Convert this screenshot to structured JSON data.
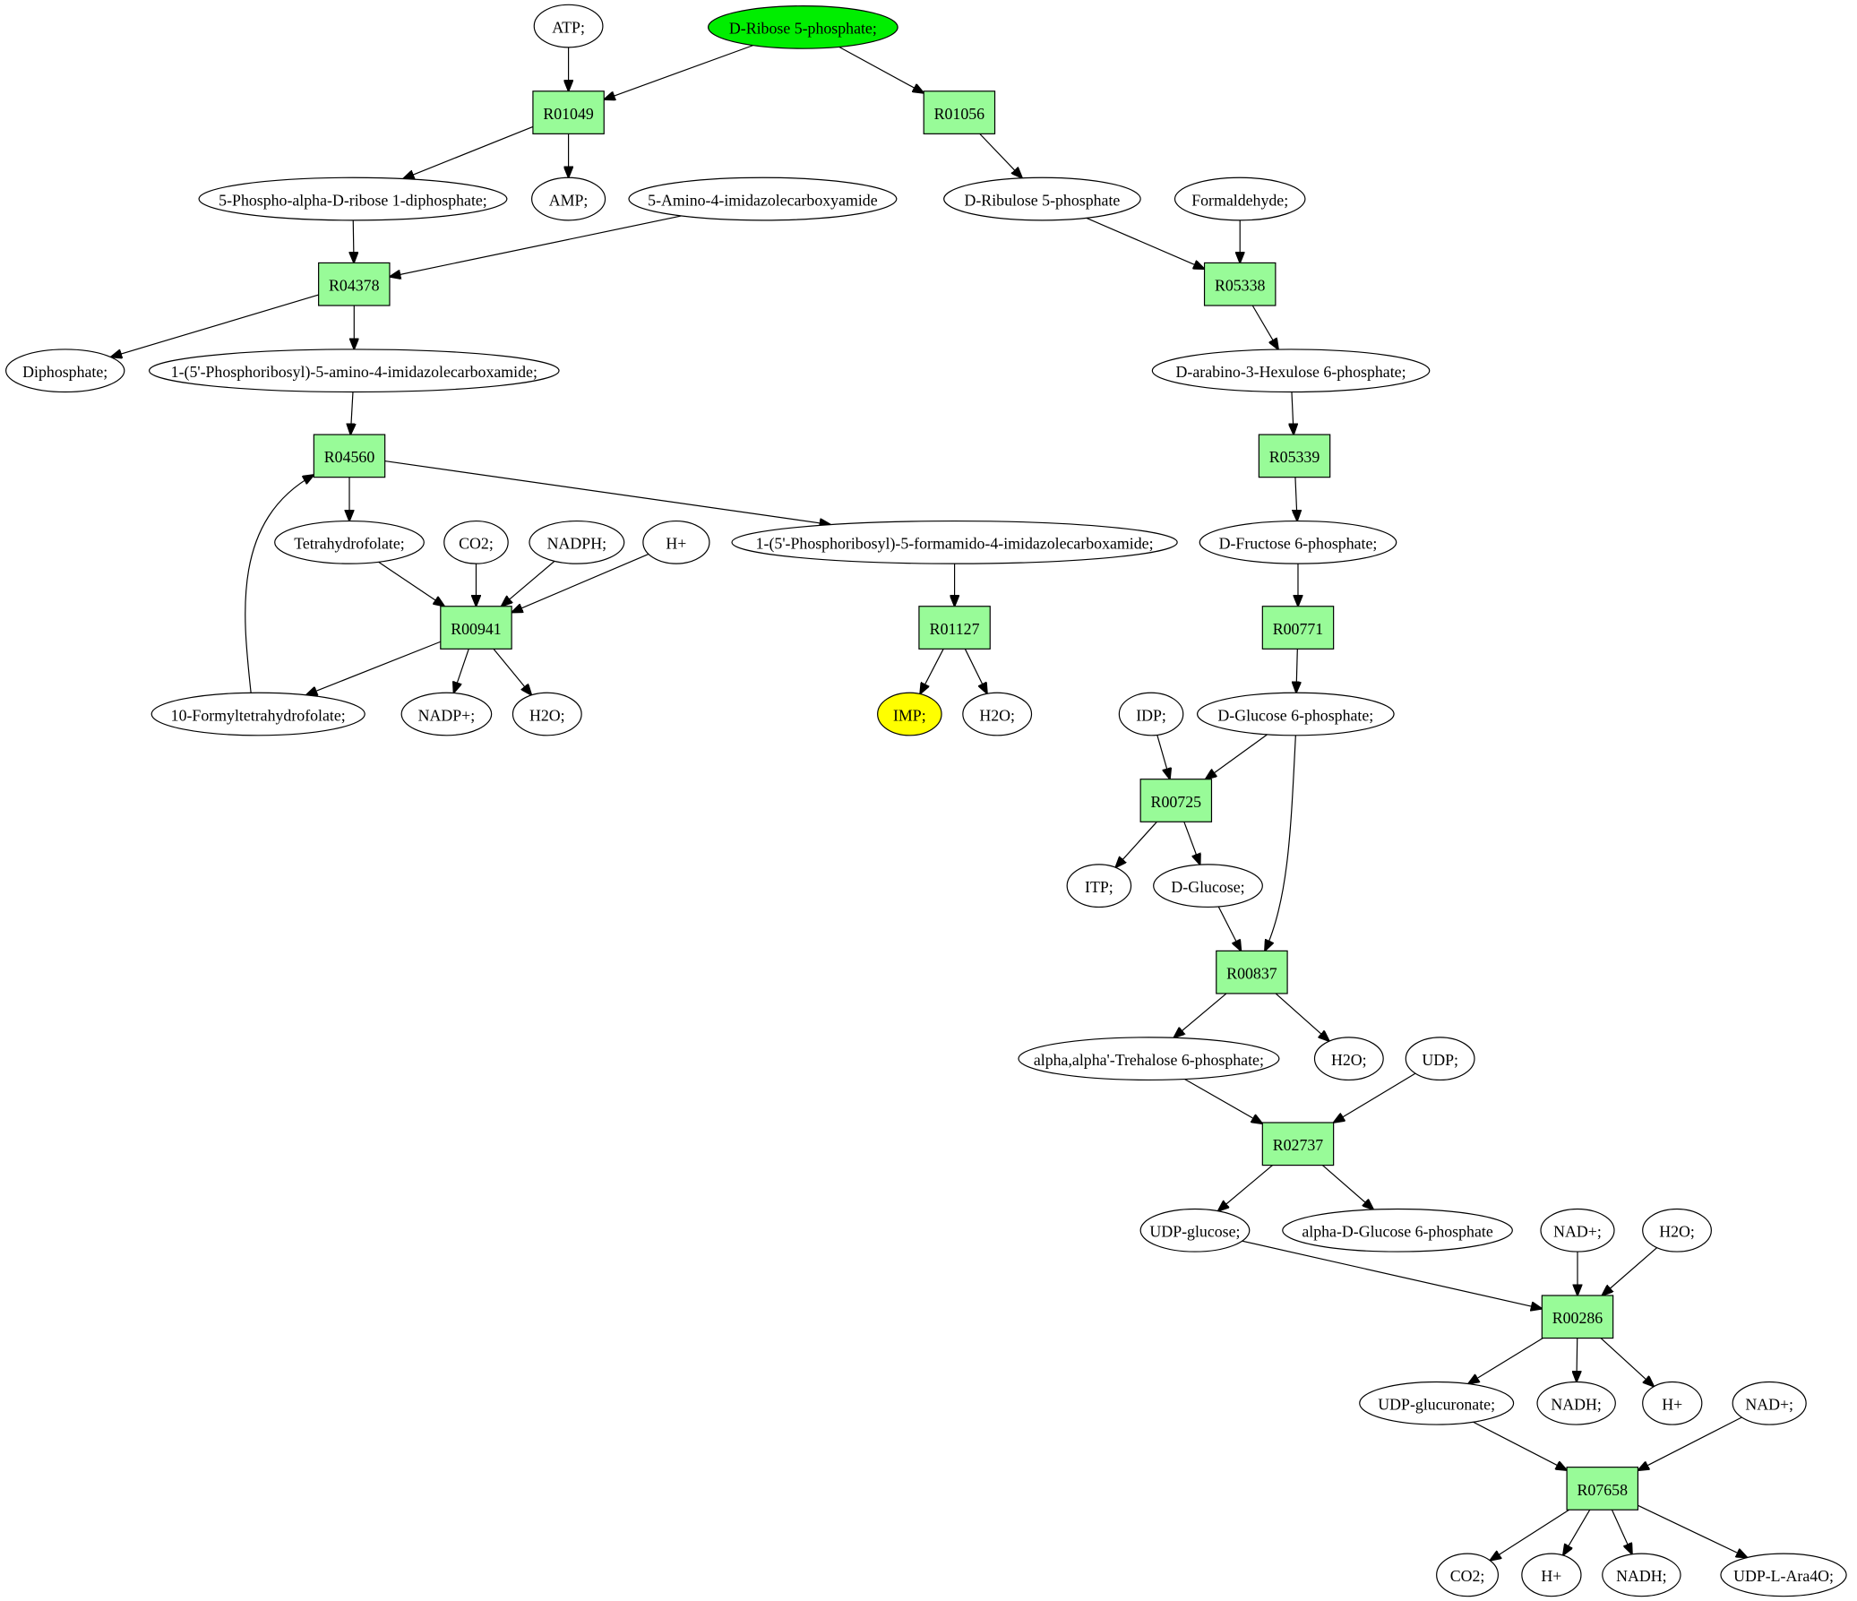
{
  "graph": {
    "kind": "metabolic pathway",
    "colors": {
      "reaction_fill": "#98fb98",
      "compound_fill": "#ffffff",
      "start_fill": "#00ee00",
      "target_fill": "#ffff00",
      "stroke": "#000000",
      "text": "#000000",
      "background": "#ffffff"
    },
    "nodes": [
      {
        "id": "atp_1",
        "type": "compound",
        "label": "ATP;"
      },
      {
        "id": "d_ribose_5p",
        "type": "compound",
        "label": "D-Ribose 5-phosphate;",
        "role": "start"
      },
      {
        "id": "R01049",
        "type": "reaction",
        "label": "R01049"
      },
      {
        "id": "R01056",
        "type": "reaction",
        "label": "R01056"
      },
      {
        "id": "prpp",
        "type": "compound",
        "label": "5-Phospho-alpha-D-ribose 1-diphosphate;"
      },
      {
        "id": "amp",
        "type": "compound",
        "label": "AMP;"
      },
      {
        "id": "aica",
        "type": "compound",
        "label": "5-Amino-4-imidazolecarboxyamide"
      },
      {
        "id": "d_ribulose_5p",
        "type": "compound",
        "label": "D-Ribulose 5-phosphate"
      },
      {
        "id": "formaldehyde",
        "type": "compound",
        "label": "Formaldehyde;"
      },
      {
        "id": "R04378",
        "type": "reaction",
        "label": "R04378"
      },
      {
        "id": "R05338",
        "type": "reaction",
        "label": "R05338"
      },
      {
        "id": "diphosphate",
        "type": "compound",
        "label": "Diphosphate;"
      },
      {
        "id": "aicar",
        "type": "compound",
        "label": "1-(5'-Phosphoribosyl)-5-amino-4-imidazolecarboxamide;"
      },
      {
        "id": "hexulose_6p",
        "type": "compound",
        "label": "D-arabino-3-Hexulose 6-phosphate;"
      },
      {
        "id": "R04560",
        "type": "reaction",
        "label": "R04560"
      },
      {
        "id": "R05339",
        "type": "reaction",
        "label": "R05339"
      },
      {
        "id": "thf",
        "type": "compound",
        "label": "Tetrahydrofolate;"
      },
      {
        "id": "co2_1",
        "type": "compound",
        "label": "CO2;"
      },
      {
        "id": "nadph",
        "type": "compound",
        "label": "NADPH;"
      },
      {
        "id": "hplus_1",
        "type": "compound",
        "label": "H+"
      },
      {
        "id": "faicar",
        "type": "compound",
        "label": "1-(5'-Phosphoribosyl)-5-formamido-4-imidazolecarboxamide;"
      },
      {
        "id": "fructose_6p",
        "type": "compound",
        "label": "D-Fructose 6-phosphate;"
      },
      {
        "id": "R00941",
        "type": "reaction",
        "label": "R00941"
      },
      {
        "id": "R01127",
        "type": "reaction",
        "label": "R01127"
      },
      {
        "id": "R00771",
        "type": "reaction",
        "label": "R00771"
      },
      {
        "id": "formyl_thf",
        "type": "compound",
        "label": "10-Formyltetrahydrofolate;"
      },
      {
        "id": "nadp",
        "type": "compound",
        "label": "NADP+;"
      },
      {
        "id": "h2o_1",
        "type": "compound",
        "label": "H2O;"
      },
      {
        "id": "imp",
        "type": "compound",
        "label": "IMP;",
        "role": "target"
      },
      {
        "id": "h2o_2",
        "type": "compound",
        "label": "H2O;"
      },
      {
        "id": "idp",
        "type": "compound",
        "label": "IDP;"
      },
      {
        "id": "glucose_6p",
        "type": "compound",
        "label": "D-Glucose 6-phosphate;"
      },
      {
        "id": "R00725",
        "type": "reaction",
        "label": "R00725"
      },
      {
        "id": "itp",
        "type": "compound",
        "label": "ITP;"
      },
      {
        "id": "glucose",
        "type": "compound",
        "label": "D-Glucose;"
      },
      {
        "id": "R00837",
        "type": "reaction",
        "label": "R00837"
      },
      {
        "id": "trehalose_6p",
        "type": "compound",
        "label": "alpha,alpha'-Trehalose 6-phosphate;"
      },
      {
        "id": "h2o_3",
        "type": "compound",
        "label": "H2O;"
      },
      {
        "id": "udp",
        "type": "compound",
        "label": "UDP;"
      },
      {
        "id": "R02737",
        "type": "reaction",
        "label": "R02737"
      },
      {
        "id": "udp_glucose",
        "type": "compound",
        "label": "UDP-glucose;"
      },
      {
        "id": "a_glucose_6p",
        "type": "compound",
        "label": "alpha-D-Glucose 6-phosphate"
      },
      {
        "id": "nad_1",
        "type": "compound",
        "label": "NAD+;"
      },
      {
        "id": "h2o_4",
        "type": "compound",
        "label": "H2O;"
      },
      {
        "id": "R00286",
        "type": "reaction",
        "label": "R00286"
      },
      {
        "id": "udp_glucuronate",
        "type": "compound",
        "label": "UDP-glucuronate;"
      },
      {
        "id": "nadh_1",
        "type": "compound",
        "label": "NADH;"
      },
      {
        "id": "hplus_2",
        "type": "compound",
        "label": "H+"
      },
      {
        "id": "nad_2",
        "type": "compound",
        "label": "NAD+;"
      },
      {
        "id": "R07658",
        "type": "reaction",
        "label": "R07658"
      },
      {
        "id": "co2_2",
        "type": "compound",
        "label": "CO2;"
      },
      {
        "id": "hplus_3",
        "type": "compound",
        "label": "H+"
      },
      {
        "id": "nadh_2",
        "type": "compound",
        "label": "NADH;"
      },
      {
        "id": "udp_l_ara4o",
        "type": "compound",
        "label": "UDP-L-Ara4O;"
      }
    ],
    "edges": [
      {
        "from": "atp_1",
        "to": "R01049"
      },
      {
        "from": "d_ribose_5p",
        "to": "R01049"
      },
      {
        "from": "d_ribose_5p",
        "to": "R01056"
      },
      {
        "from": "R01049",
        "to": "prpp"
      },
      {
        "from": "R01049",
        "to": "amp"
      },
      {
        "from": "R01056",
        "to": "d_ribulose_5p"
      },
      {
        "from": "prpp",
        "to": "R04378"
      },
      {
        "from": "aica",
        "to": "R04378"
      },
      {
        "from": "d_ribulose_5p",
        "to": "R05338"
      },
      {
        "from": "formaldehyde",
        "to": "R05338"
      },
      {
        "from": "R04378",
        "to": "diphosphate"
      },
      {
        "from": "R04378",
        "to": "aicar"
      },
      {
        "from": "R05338",
        "to": "hexulose_6p"
      },
      {
        "from": "aicar",
        "to": "R04560"
      },
      {
        "from": "hexulose_6p",
        "to": "R05339"
      },
      {
        "from": "R04560",
        "to": "thf"
      },
      {
        "from": "R04560",
        "to": "faicar"
      },
      {
        "from": "R05339",
        "to": "fructose_6p"
      },
      {
        "from": "thf",
        "to": "R00941"
      },
      {
        "from": "co2_1",
        "to": "R00941"
      },
      {
        "from": "nadph",
        "to": "R00941"
      },
      {
        "from": "hplus_1",
        "to": "R00941"
      },
      {
        "from": "faicar",
        "to": "R01127"
      },
      {
        "from": "fructose_6p",
        "to": "R00771"
      },
      {
        "from": "R00941",
        "to": "formyl_thf"
      },
      {
        "from": "R00941",
        "to": "nadp"
      },
      {
        "from": "R00941",
        "to": "h2o_1"
      },
      {
        "from": "formyl_thf",
        "to": "R04560",
        "curved": true
      },
      {
        "from": "R01127",
        "to": "imp"
      },
      {
        "from": "R01127",
        "to": "h2o_2"
      },
      {
        "from": "R00771",
        "to": "glucose_6p"
      },
      {
        "from": "idp",
        "to": "R00725"
      },
      {
        "from": "glucose_6p",
        "to": "R00725"
      },
      {
        "from": "glucose_6p",
        "to": "R00837",
        "curved": true
      },
      {
        "from": "R00725",
        "to": "itp"
      },
      {
        "from": "R00725",
        "to": "glucose"
      },
      {
        "from": "glucose",
        "to": "R00837"
      },
      {
        "from": "R00837",
        "to": "trehalose_6p"
      },
      {
        "from": "R00837",
        "to": "h2o_3"
      },
      {
        "from": "trehalose_6p",
        "to": "R02737"
      },
      {
        "from": "udp",
        "to": "R02737"
      },
      {
        "from": "R02737",
        "to": "udp_glucose"
      },
      {
        "from": "R02737",
        "to": "a_glucose_6p"
      },
      {
        "from": "udp_glucose",
        "to": "R00286"
      },
      {
        "from": "nad_1",
        "to": "R00286"
      },
      {
        "from": "h2o_4",
        "to": "R00286"
      },
      {
        "from": "R00286",
        "to": "udp_glucuronate"
      },
      {
        "from": "R00286",
        "to": "nadh_1"
      },
      {
        "from": "R00286",
        "to": "hplus_2"
      },
      {
        "from": "udp_glucuronate",
        "to": "R07658"
      },
      {
        "from": "nad_2",
        "to": "R07658"
      },
      {
        "from": "R07658",
        "to": "co2_2"
      },
      {
        "from": "R07658",
        "to": "hplus_3"
      },
      {
        "from": "R07658",
        "to": "nadh_2"
      },
      {
        "from": "R07658",
        "to": "udp_l_ara4o"
      }
    ]
  }
}
